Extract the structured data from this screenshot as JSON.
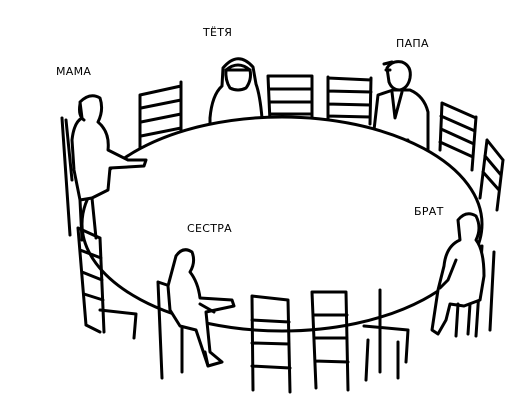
{
  "figures": {
    "aunt": "ТЁТЯ",
    "dad": "ПАПА",
    "mom": "МАМА",
    "brother": "БРАТ",
    "sister": "СЕСТРА"
  }
}
